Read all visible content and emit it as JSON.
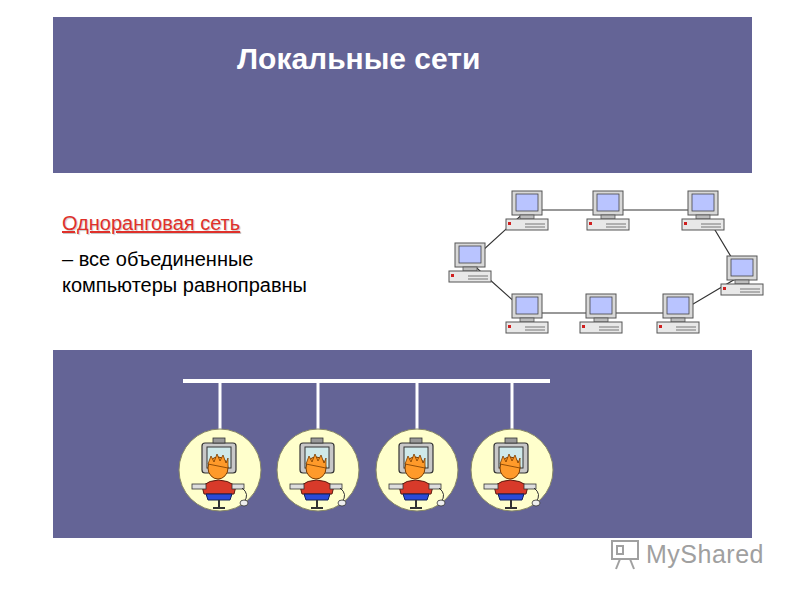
{
  "diagram": {
    "title": "Локальные сети",
    "labels": [
      "Одноранговая сеть",
      "– все объединенные компьютеры равноправны",
      "MyShared"
    ]
  }
}
